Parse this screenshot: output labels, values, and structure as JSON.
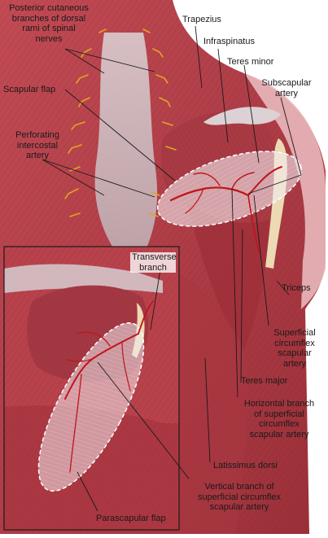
{
  "labels": {
    "posterior_cutaneous": "Posterior cutaneous\nbranches of dorsal\nrami of spinal\nnerves",
    "trapezius": "Trapezius",
    "infraspinatus": "Infraspinatus",
    "teres_minor": "Teres minor",
    "subscapular_artery": "Subscapular\nartery",
    "scapular_flap": "Scapular flap",
    "perforating_intercostal": "Perforating\nintercostal\nartery",
    "transverse_branch": "Transverse\nbranch",
    "triceps": "Triceps",
    "superficial_circumflex": "Superficial\ncircumflex\nscapular\nartery",
    "teres_major": "Teres major",
    "horizontal_branch": "Horizontal branch\nof superficial\ncircumflex\nscapular artery",
    "latissimus_dorsi": "Latissimus dorsi",
    "vertical_branch": "Vertical branch of\nsuperficial circumflex\nscapular artery",
    "parascapular_flap": "Parascapular flap"
  },
  "colors": {
    "muscle": "#b8404a",
    "muscle_dark": "#8e2a33",
    "skin": "#e8b5b8",
    "artery": "#c0141b",
    "nerve": "#e2a420",
    "fascia": "#d9d3d6",
    "bone": "#ead9b5"
  }
}
